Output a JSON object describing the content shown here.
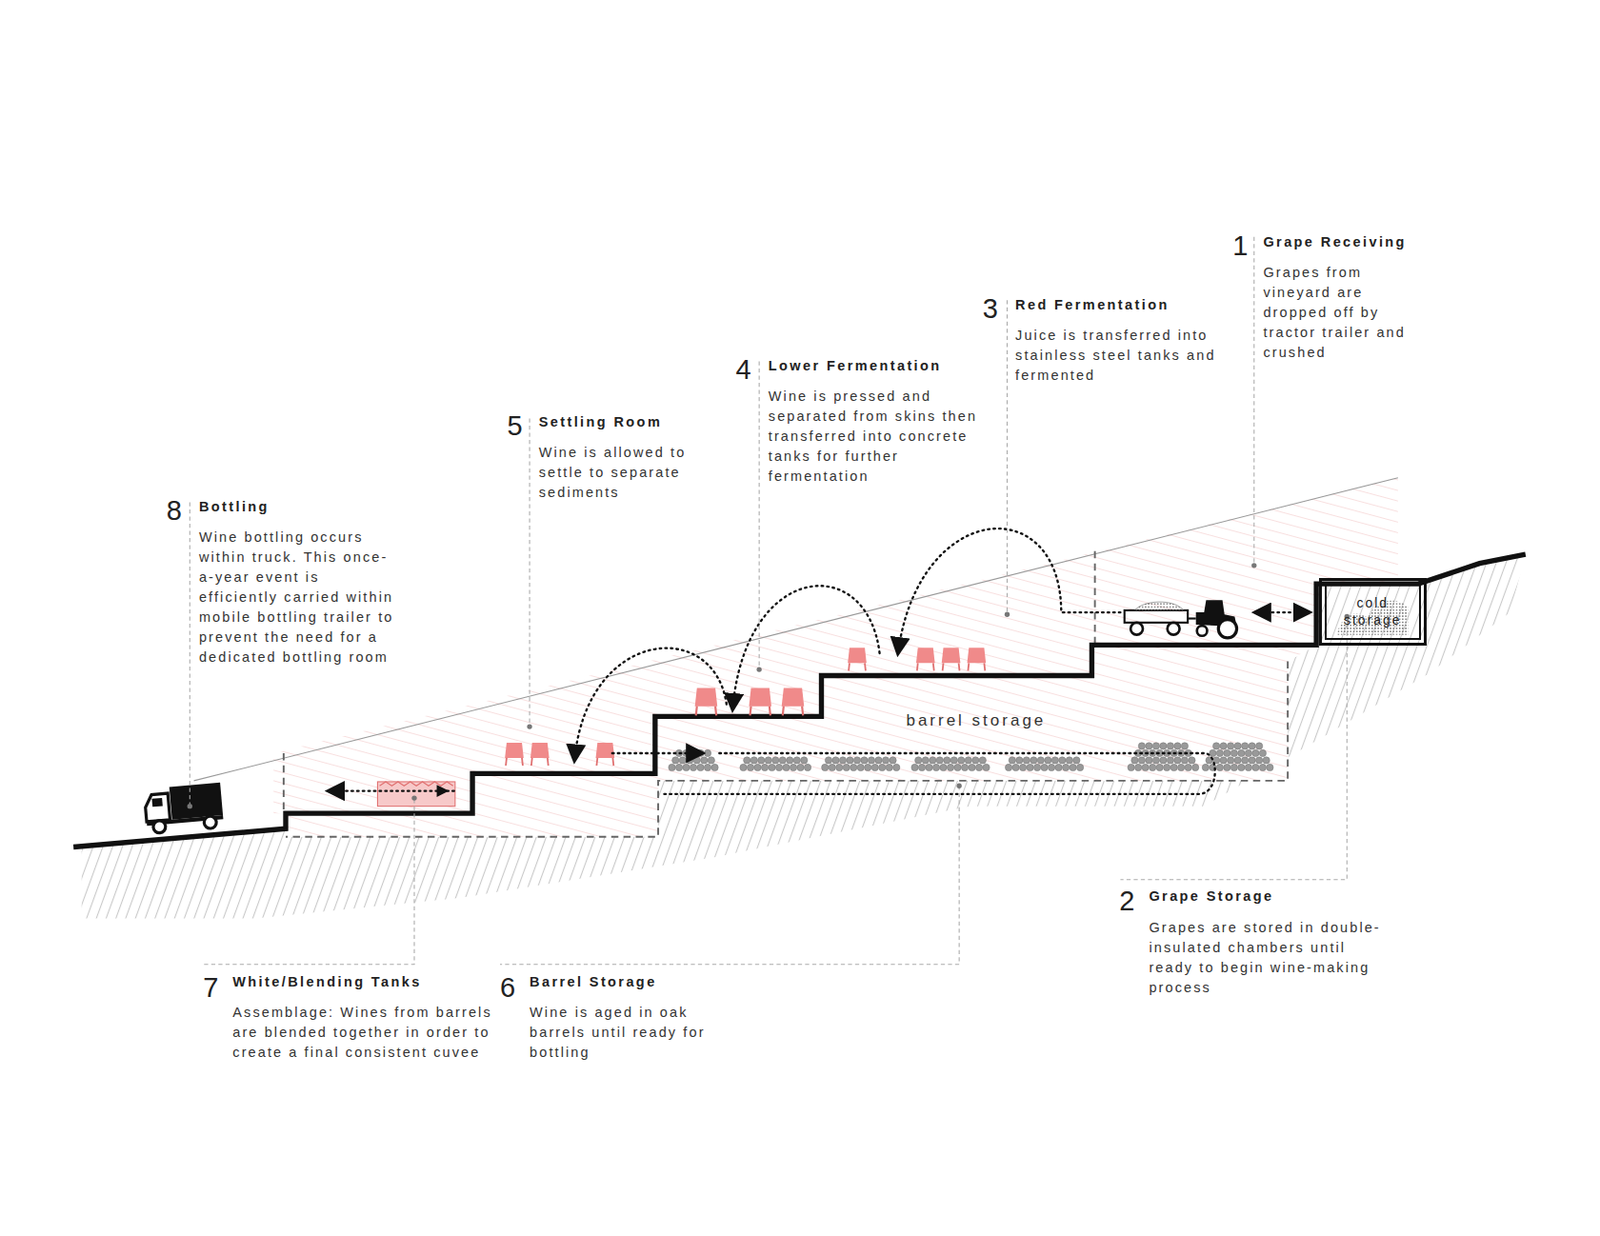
{
  "diagram": {
    "nodes": [
      {
        "text": [
          "cold storage"
        ]
      }
    ],
    "labels": [
      "1",
      "Grape Receiving",
      "Grapes from vineyard are dropped off by tractor trailer and crushed",
      "2",
      "Grape Storage",
      "Grapes are stored in double-insulated chambers until ready to begin wine-making process",
      "3",
      "Red Fermentation",
      "Juice is transferred into stainless steel tanks and fermented",
      "4",
      "Lower Fermentation",
      "Wine is pressed and separated from skins then transferred into concrete tanks for further fermentation",
      "5",
      "Settling Room",
      "Wine is allowed to settle to separate sediments",
      "6",
      "Barrel Storage",
      "Wine is aged in oak barrels until ready for bottling",
      "7",
      "White/Blending Tanks",
      "Assemblage: Wines from barrels are blended together in order to create a final consistent cuvee",
      "8",
      "Bottling",
      "Wine bottling occurs within truck. This once-a-year event is efficiently carried within mobile bottling trailer to prevent the need for a dedicated bottling room",
      "barrel storage"
    ]
  }
}
